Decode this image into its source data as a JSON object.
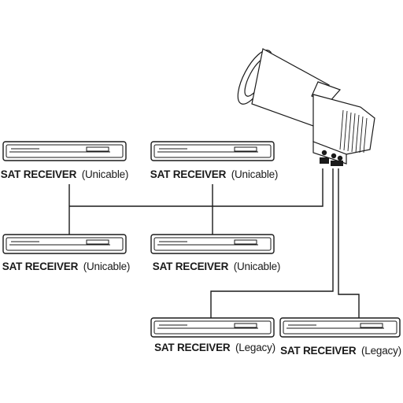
{
  "receivers": [
    {
      "name": "SAT RECEIVER",
      "type": "(Unicable)"
    },
    {
      "name": "SAT RECEIVER",
      "type": "(Unicable)"
    },
    {
      "name": "SAT RECEIVER",
      "type": "(Unicable)"
    },
    {
      "name": "SAT RECEIVER",
      "type": "(Unicable)"
    },
    {
      "name": "SAT RECEIVER",
      "type": "(Legacy)"
    },
    {
      "name": "SAT RECEIVER",
      "type": "(Legacy)"
    }
  ],
  "colors": {
    "line": "#1a1a1a",
    "background": "#ffffff"
  },
  "icons": [
    "lnb-icon",
    "receiver-icon"
  ]
}
